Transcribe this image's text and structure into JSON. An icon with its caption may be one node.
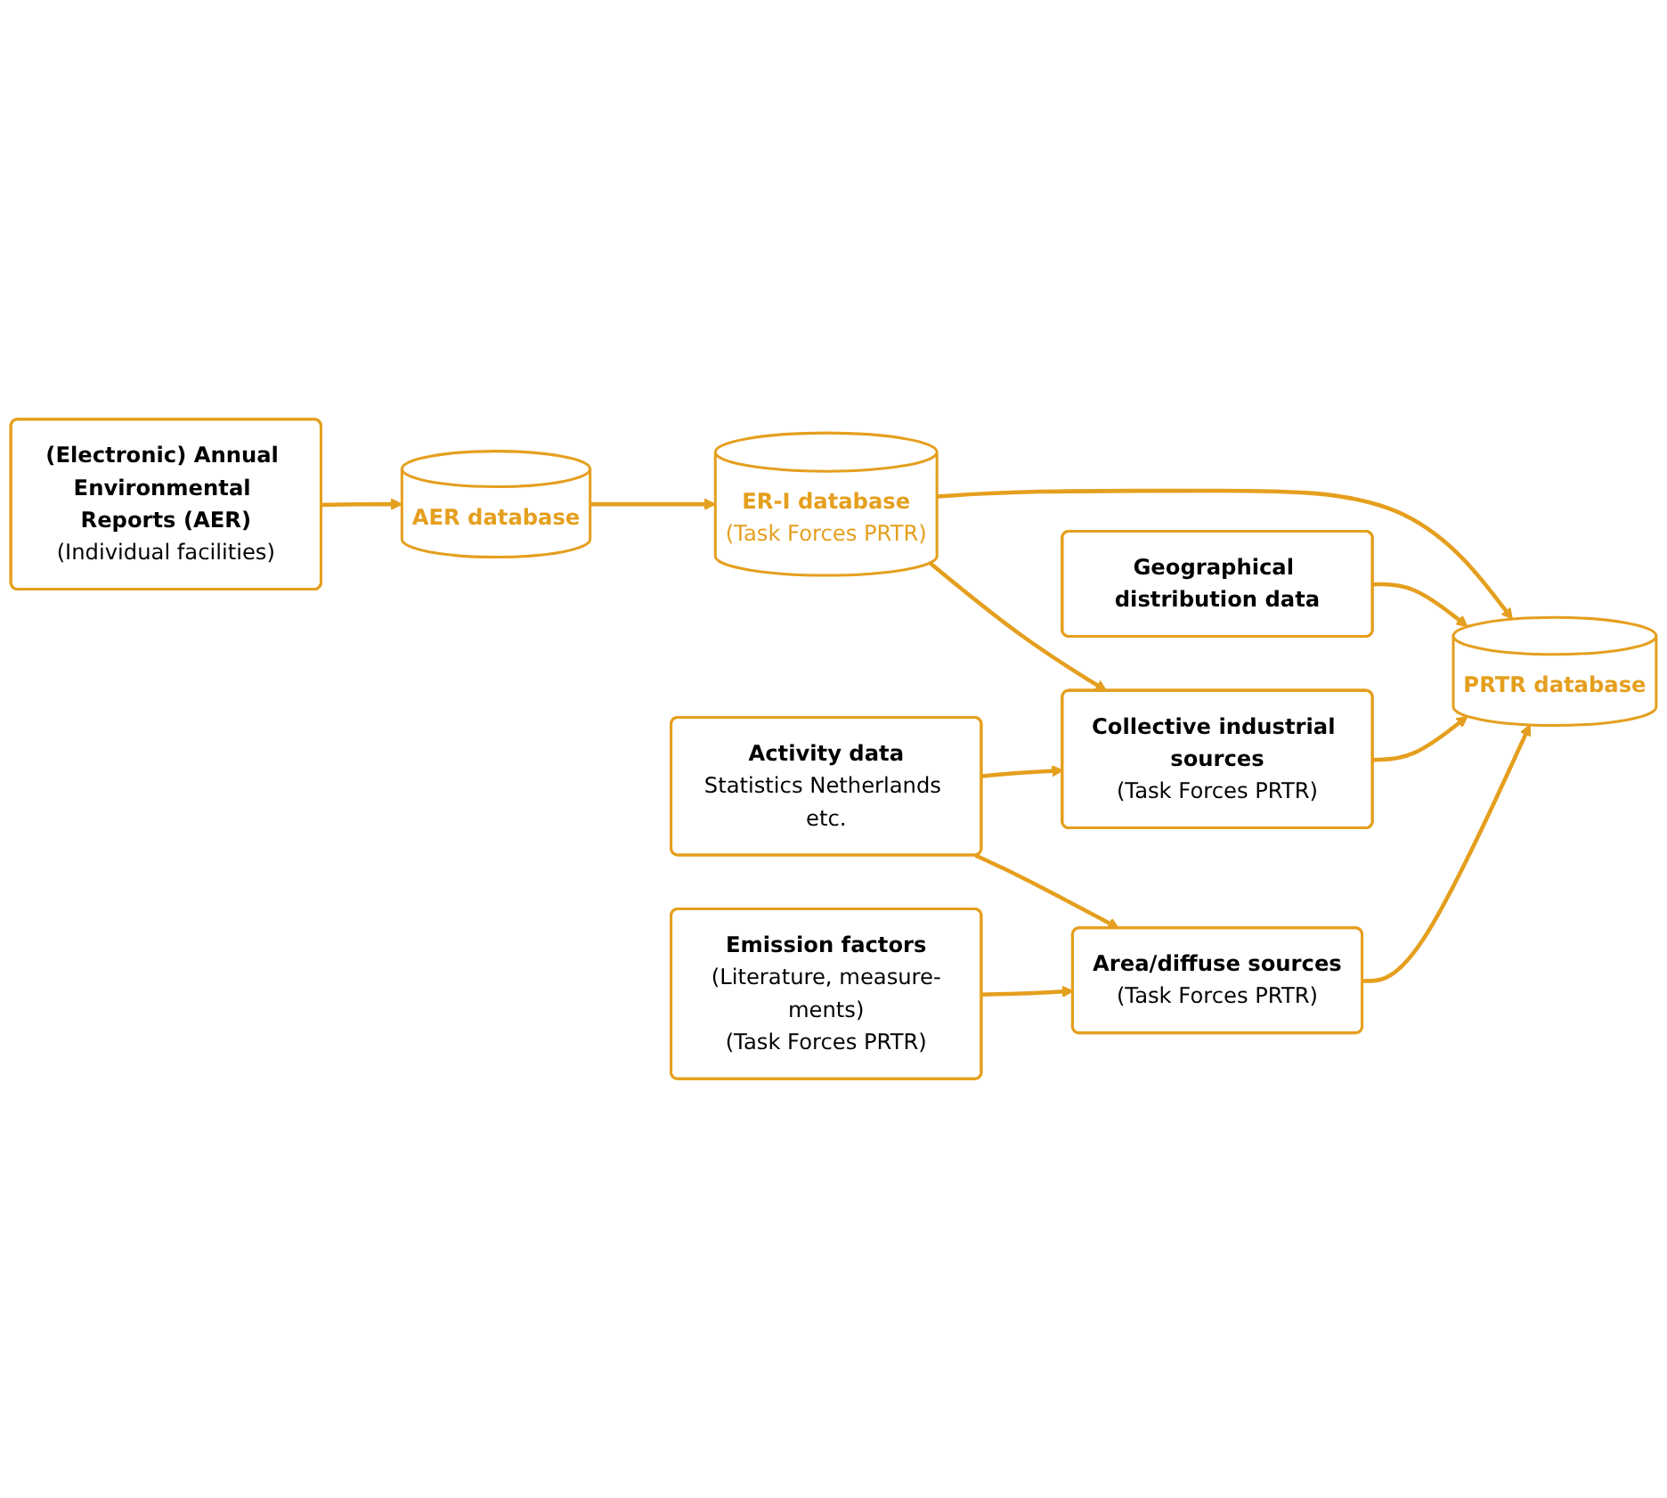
{
  "diagram": {
    "nodes": [
      {
        "text": [
          "(Electronic) Annual Environmental Reports (AER)",
          "(Individual facilities)"
        ]
      },
      {
        "text": [
          "AER database"
        ]
      },
      {
        "text": [
          "ER-I database",
          "(Task Forces PRTR)"
        ]
      },
      {
        "text": [
          "Geographical distribution data"
        ]
      },
      {
        "text": [
          "Activity data",
          "Statistics Netherlands etc."
        ]
      },
      {
        "text": [
          "Collective industrial sources",
          "(Task Forces PRTR)"
        ]
      },
      {
        "text": [
          "PRTR database"
        ]
      },
      {
        "text": [
          "Emission factors",
          "(Literature, measure-ments)",
          "(Task Forces PRTR)"
        ]
      },
      {
        "text": [
          "Area/diffuse sources",
          "(Task Forces PRTR)"
        ]
      }
    ],
    "edges": [
      {
        "from": 0,
        "to": 1,
        "arrow": "to"
      },
      {
        "from": 1,
        "to": 2,
        "arrow": "to"
      },
      {
        "from": 2,
        "to": 5,
        "arrow": "to"
      },
      {
        "from": 2,
        "to": 6,
        "arrow": "to"
      },
      {
        "from": 3,
        "to": 6,
        "arrow": "to"
      },
      {
        "from": 4,
        "to": 5,
        "arrow": "to"
      },
      {
        "from": 4,
        "to": 8,
        "arrow": "to"
      },
      {
        "from": 5,
        "to": 6,
        "arrow": "to"
      },
      {
        "from": 7,
        "to": 8,
        "arrow": "to"
      },
      {
        "from": 8,
        "to": 6,
        "arrow": "to"
      }
    ]
  }
}
